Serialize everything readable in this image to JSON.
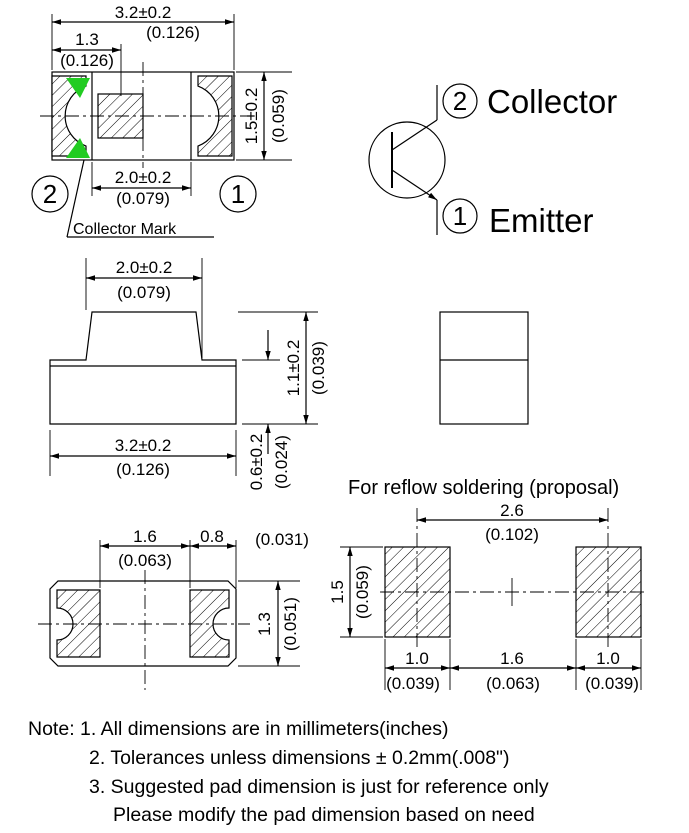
{
  "top_view": {
    "width_dim": "3.2±0.2",
    "width_dim_in": "(0.126)",
    "offset_dim": "1.3",
    "offset_dim_in": "(0.126)",
    "height_dim": "1.5±0.2",
    "height_dim_in": "(0.059)",
    "lens_dim": "2.0±0.2",
    "lens_dim_in": "(0.079)",
    "pin_left": "2",
    "pin_right": "1",
    "collector_mark_label": "Collector Mark",
    "mark_color": "#22cc22"
  },
  "symbol": {
    "pin2_number": "2",
    "pin2_label": "Collector",
    "pin1_number": "1",
    "pin1_label": "Emitter"
  },
  "side_view": {
    "lens_dim": "2.0±0.2",
    "lens_dim_in": "(0.079)",
    "body_dim": "3.2±0.2",
    "body_dim_in": "(0.126)",
    "total_height_dim": "1.1±0.2",
    "total_height_dim_in": "(0.039)",
    "base_height_dim": "0.6±0.2",
    "base_height_dim_in": "(0.024)"
  },
  "bottom_view": {
    "pad_span_dim": "1.6",
    "pad_span_dim_in": "(0.063)",
    "pad_width_dim": "0.8",
    "pad_width_dim_in": "(0.031)",
    "height_dim": "1.3",
    "height_dim_in": "(0.051)"
  },
  "footprint": {
    "title": "For reflow soldering (proposal)",
    "span_dim": "2.6",
    "span_dim_in": "(0.102)",
    "pad_height_dim": "1.5",
    "pad_height_dim_in": "(0.059)",
    "pad_width_dim": "1.0",
    "pad_width_dim_in": "(0.039)",
    "gap_dim": "1.6",
    "gap_dim_in": "(0.063)"
  },
  "notes": {
    "line1": "Note: 1. All dimensions are in millimeters(inches)",
    "line2": "2. Tolerances unless dimensions ± 0.2mm(.008\")",
    "line3": "3. Suggested pad dimension is just for reference only",
    "line4": "Please modify the pad dimension based on need"
  }
}
